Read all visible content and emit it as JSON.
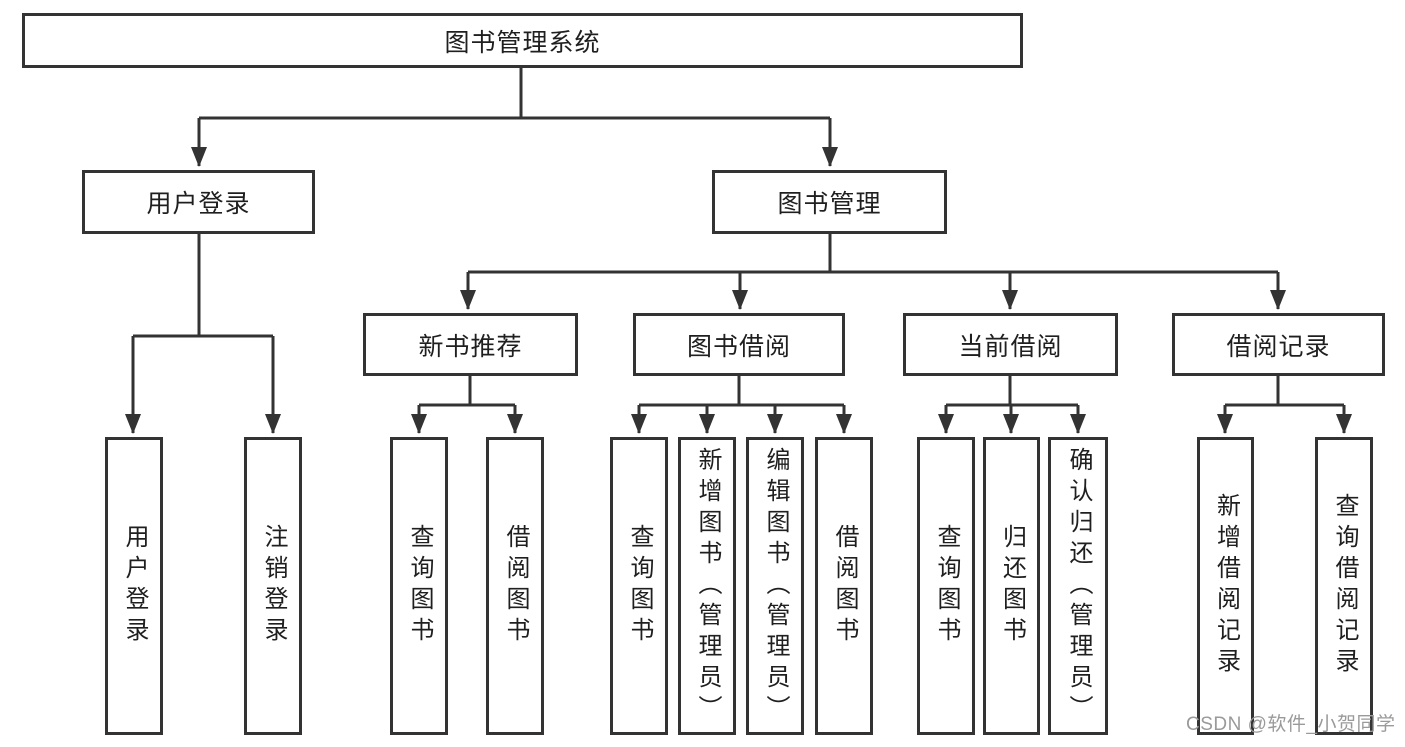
{
  "nodes": {
    "root": "图书管理系统",
    "user_login": "用户登录",
    "book_management": "图书管理",
    "new_book_recommend": "新书推荐",
    "book_borrow": "图书借阅",
    "current_borrow": "当前借阅",
    "borrow_records": "借阅记录",
    "leaf_user_login": "用户登录",
    "leaf_logout": "注销登录",
    "leaf_nbr_query_books": "查询图书",
    "leaf_nbr_borrow_books": "借阅图书",
    "leaf_bb_query_books": "查询图书",
    "leaf_bb_add_books_admin": "新增图书（管理员）",
    "leaf_bb_edit_books_admin": "编辑图书（管理员）",
    "leaf_bb_borrow_books": "借阅图书",
    "leaf_cb_query_books": "查询图书",
    "leaf_cb_return_books": "归还图书",
    "leaf_cb_confirm_return_admin": "确认归还（管理员）",
    "leaf_br_add_record": "新增借阅记录",
    "leaf_br_query_record": "查询借阅记录"
  },
  "watermark": "CSDN @软件_小贺同学",
  "line_color": "#333333"
}
